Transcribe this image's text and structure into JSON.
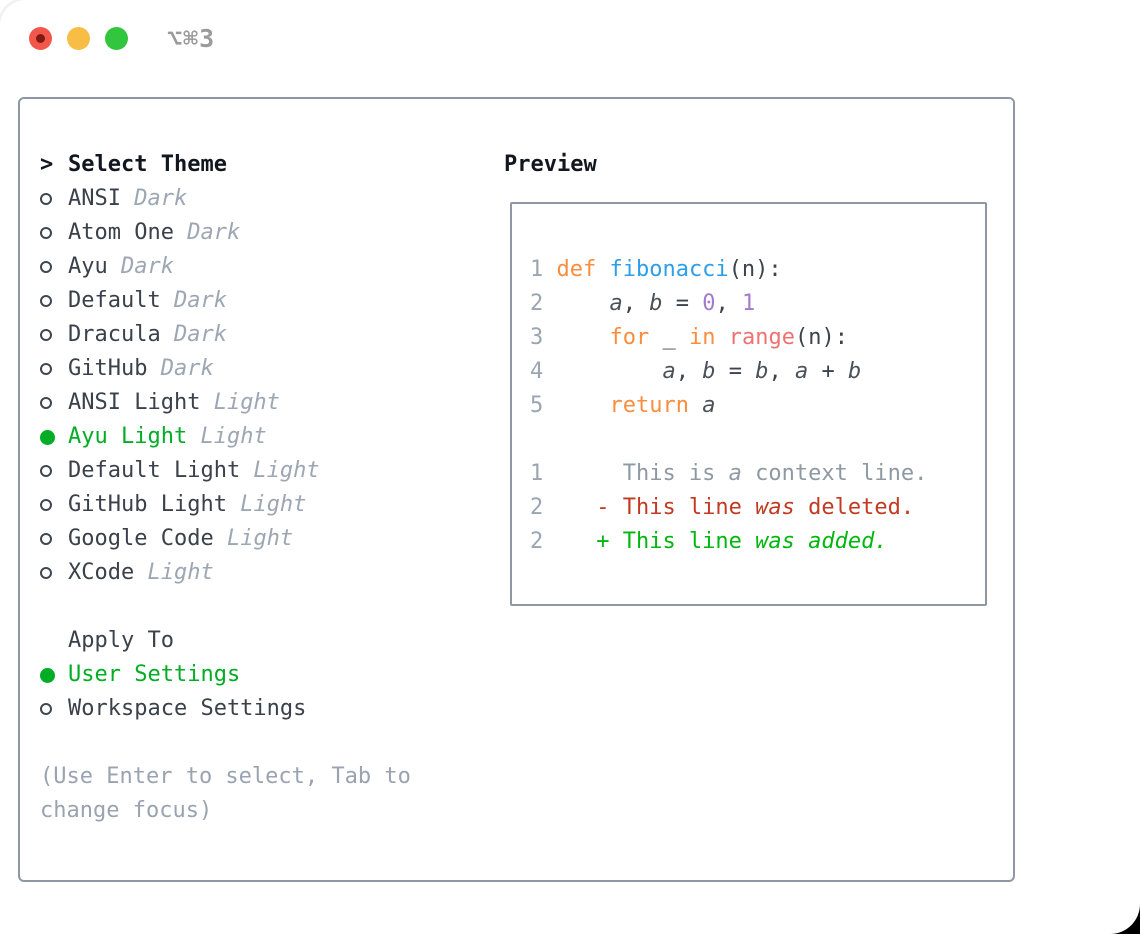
{
  "window": {
    "title_shortcut": "⌥⌘3"
  },
  "colors": {
    "border": "#8e98a4",
    "header_text": "#12171f",
    "item_text": "#3a414b",
    "muted": "#9da7b4",
    "hint": "#99a3b1",
    "green": "#00ad25",
    "ring": "#3f4650",
    "title": "#9b9b9b",
    "tl_red": "#f2574c",
    "tl_red_dot": "#7f1a10",
    "tl_yellow": "#f8bd45",
    "tl_green": "#31c63e",
    "kw": "#fa8d3e",
    "fn": "#2d9ee8",
    "ac": "#f07171",
    "nm": "#a37acc",
    "tx": "#3c434c",
    "vr": "#4a5158",
    "ln": "#9aa5b2",
    "ctx": "#8f99a4",
    "del": "#c23a22",
    "add": "#00b70f"
  },
  "theme_picker": {
    "prompt": ">",
    "header": "Select Theme",
    "items": [
      {
        "name": "ANSI",
        "variant": "Dark",
        "selected": false
      },
      {
        "name": "Atom One",
        "variant": "Dark",
        "selected": false
      },
      {
        "name": "Ayu",
        "variant": "Dark",
        "selected": false
      },
      {
        "name": "Default",
        "variant": "Dark",
        "selected": false
      },
      {
        "name": "Dracula",
        "variant": "Dark",
        "selected": false
      },
      {
        "name": "GitHub",
        "variant": "Dark",
        "selected": false
      },
      {
        "name": "ANSI Light",
        "variant": "Light",
        "selected": false
      },
      {
        "name": "Ayu Light",
        "variant": "Light",
        "selected": true
      },
      {
        "name": "Default Light",
        "variant": "Light",
        "selected": false
      },
      {
        "name": "GitHub Light",
        "variant": "Light",
        "selected": false
      },
      {
        "name": "Google Code",
        "variant": "Light",
        "selected": false
      },
      {
        "name": "XCode",
        "variant": "Light",
        "selected": false
      }
    ],
    "apply": {
      "header": "Apply To",
      "options": [
        {
          "label": "User Settings",
          "selected": true
        },
        {
          "label": "Workspace Settings",
          "selected": false
        }
      ]
    },
    "hint": "(Use Enter to select, Tab to change focus)"
  },
  "preview": {
    "header": "Preview",
    "lines": [
      {
        "num": "1",
        "segs": [
          {
            "t": "def ",
            "c": "kw"
          },
          {
            "t": "fibonacci",
            "c": "fn"
          },
          {
            "t": "(n):",
            "c": "tx"
          }
        ]
      },
      {
        "num": "2",
        "segs": [
          {
            "t": "    ",
            "c": "tx"
          },
          {
            "t": "a",
            "c": "vr",
            "i": true
          },
          {
            "t": ", ",
            "c": "tx"
          },
          {
            "t": "b",
            "c": "vr",
            "i": true
          },
          {
            "t": " = ",
            "c": "tx"
          },
          {
            "t": "0",
            "c": "nm"
          },
          {
            "t": ", ",
            "c": "tx"
          },
          {
            "t": "1",
            "c": "nm"
          }
        ]
      },
      {
        "num": "3",
        "segs": [
          {
            "t": "    ",
            "c": "tx"
          },
          {
            "t": "for",
            "c": "kw"
          },
          {
            "t": " _ ",
            "c": "tx"
          },
          {
            "t": "in",
            "c": "kw"
          },
          {
            "t": " ",
            "c": "tx"
          },
          {
            "t": "range",
            "c": "ac"
          },
          {
            "t": "(n):",
            "c": "tx"
          }
        ]
      },
      {
        "num": "4",
        "segs": [
          {
            "t": "        ",
            "c": "tx"
          },
          {
            "t": "a",
            "c": "vr",
            "i": true
          },
          {
            "t": ", ",
            "c": "tx"
          },
          {
            "t": "b",
            "c": "vr",
            "i": true
          },
          {
            "t": " = ",
            "c": "tx"
          },
          {
            "t": "b",
            "c": "vr",
            "i": true
          },
          {
            "t": ", ",
            "c": "tx"
          },
          {
            "t": "a",
            "c": "vr",
            "i": true
          },
          {
            "t": " + ",
            "c": "tx"
          },
          {
            "t": "b",
            "c": "vr",
            "i": true
          }
        ]
      },
      {
        "num": "5",
        "segs": [
          {
            "t": "    ",
            "c": "tx"
          },
          {
            "t": "return",
            "c": "kw"
          },
          {
            "t": " ",
            "c": "tx"
          },
          {
            "t": "a",
            "c": "vr",
            "i": true
          }
        ]
      },
      {
        "num": "",
        "segs": []
      },
      {
        "num": "1",
        "segs": [
          {
            "t": "     This is ",
            "c": "ctx"
          },
          {
            "t": "a",
            "c": "ctx",
            "i": true
          },
          {
            "t": " context line.",
            "c": "ctx"
          }
        ]
      },
      {
        "num": "2",
        "segs": [
          {
            "t": "   - This line ",
            "c": "del"
          },
          {
            "t": "was",
            "c": "del",
            "i": true
          },
          {
            "t": " deleted.",
            "c": "del"
          }
        ]
      },
      {
        "num": "2",
        "segs": [
          {
            "t": "   + This line ",
            "c": "add"
          },
          {
            "t": "was added.",
            "c": "add",
            "i": true
          }
        ]
      }
    ]
  }
}
